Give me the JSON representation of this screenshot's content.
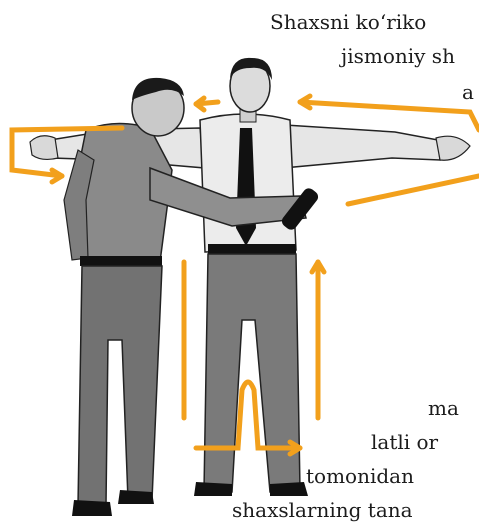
{
  "text_lines": [
    "Shaxsni ko‘riko",
    "jismoniy sh",
    "a",
    "ma",
    "latli or",
    "tomonidan",
    "shaxslarning tana"
  ],
  "colors": {
    "arrow": "#f2a01c",
    "shirt": "#e8e8e8",
    "trousers": "#7a7a7a",
    "officer_shirt": "#8a8a8a",
    "tie": "#111111",
    "skin": "#d9d9d9",
    "text": "#1c1c1c"
  },
  "icons": [
    "security-guard-figure",
    "scanned-person-figure",
    "metal-detector-wand",
    "scan-direction-arrows"
  ]
}
